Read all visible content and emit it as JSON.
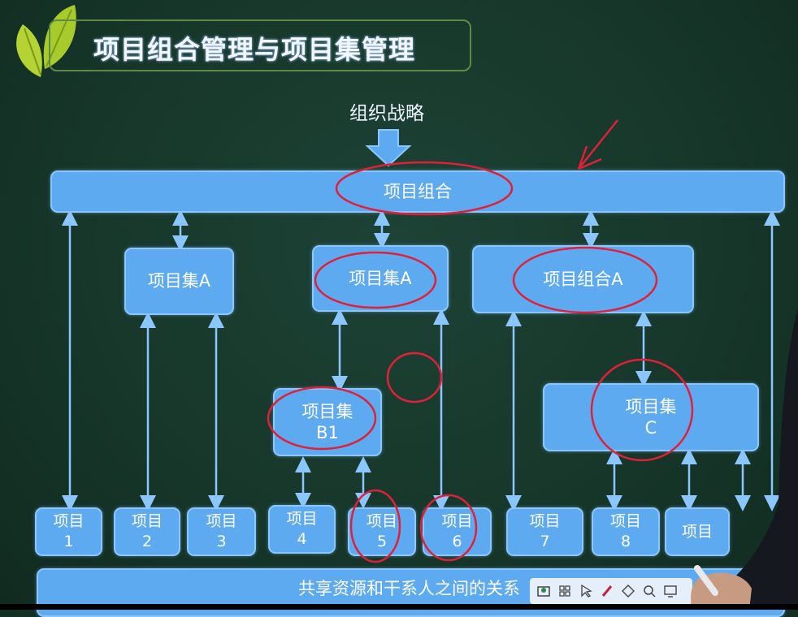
{
  "title": "项目组合管理与项目集管理",
  "strategy": "组织战略",
  "portfolio": "项目组合",
  "program_a1": "项目集A",
  "program_a2": "项目集A",
  "sub_portfolio_a": "项目组合A",
  "program_b1": {
    "line1": "项目集",
    "line2": "B1"
  },
  "program_c": {
    "line1": "项目集",
    "line2": "C"
  },
  "projects": [
    {
      "label": "项目",
      "num": "1"
    },
    {
      "label": "项目",
      "num": "2"
    },
    {
      "label": "项目",
      "num": "3"
    },
    {
      "label": "项目",
      "num": "4"
    },
    {
      "label": "项目",
      "num": "5"
    },
    {
      "label": "项目",
      "num": "6"
    },
    {
      "label": "项目",
      "num": "7"
    },
    {
      "label": "项目",
      "num": "8"
    },
    {
      "label": "项目",
      "num": ""
    }
  ],
  "shared": "共享资源和干系人之间的关系",
  "toolbar_icons": [
    "whiteboard-icon",
    "grid-icon",
    "pointer-icon",
    "pen-icon",
    "eraser-icon",
    "search-icon",
    "screen-icon"
  ],
  "colors": {
    "box": "#5eaaf0",
    "background": "#163629",
    "annotation": "#e0203a",
    "logo": "#b5d334"
  }
}
